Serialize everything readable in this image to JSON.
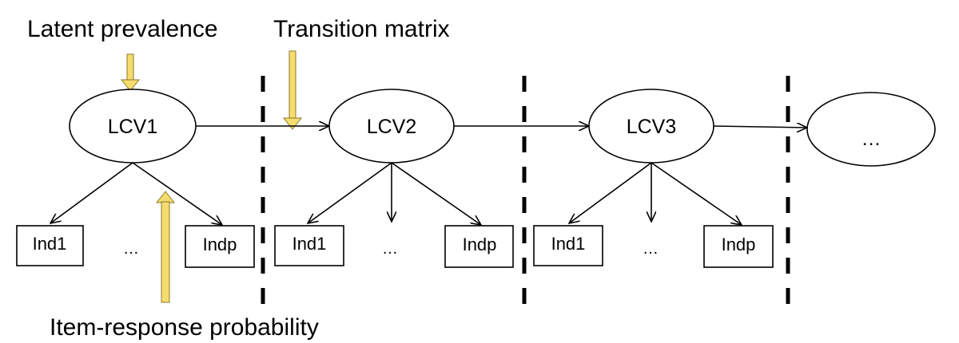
{
  "annotations": {
    "latent_prevalence": "Latent prevalence",
    "transition_matrix": "Transition matrix",
    "item_response_probability": "Item-response probability"
  },
  "latent_nodes": [
    "LCV1",
    "LCV2",
    "LCV3",
    "…"
  ],
  "indicator_groups": [
    {
      "first": "Ind1",
      "ellipsis": "…",
      "last": "Indp"
    },
    {
      "first": "Ind1",
      "ellipsis": "…",
      "last": "Indp"
    },
    {
      "first": "Ind1",
      "ellipsis": "…",
      "last": "Indp"
    }
  ],
  "colors": {
    "highlight_arrow_fill": "#F5DC6E",
    "highlight_arrow_stroke": "#8B7A2A",
    "line": "#000000"
  }
}
